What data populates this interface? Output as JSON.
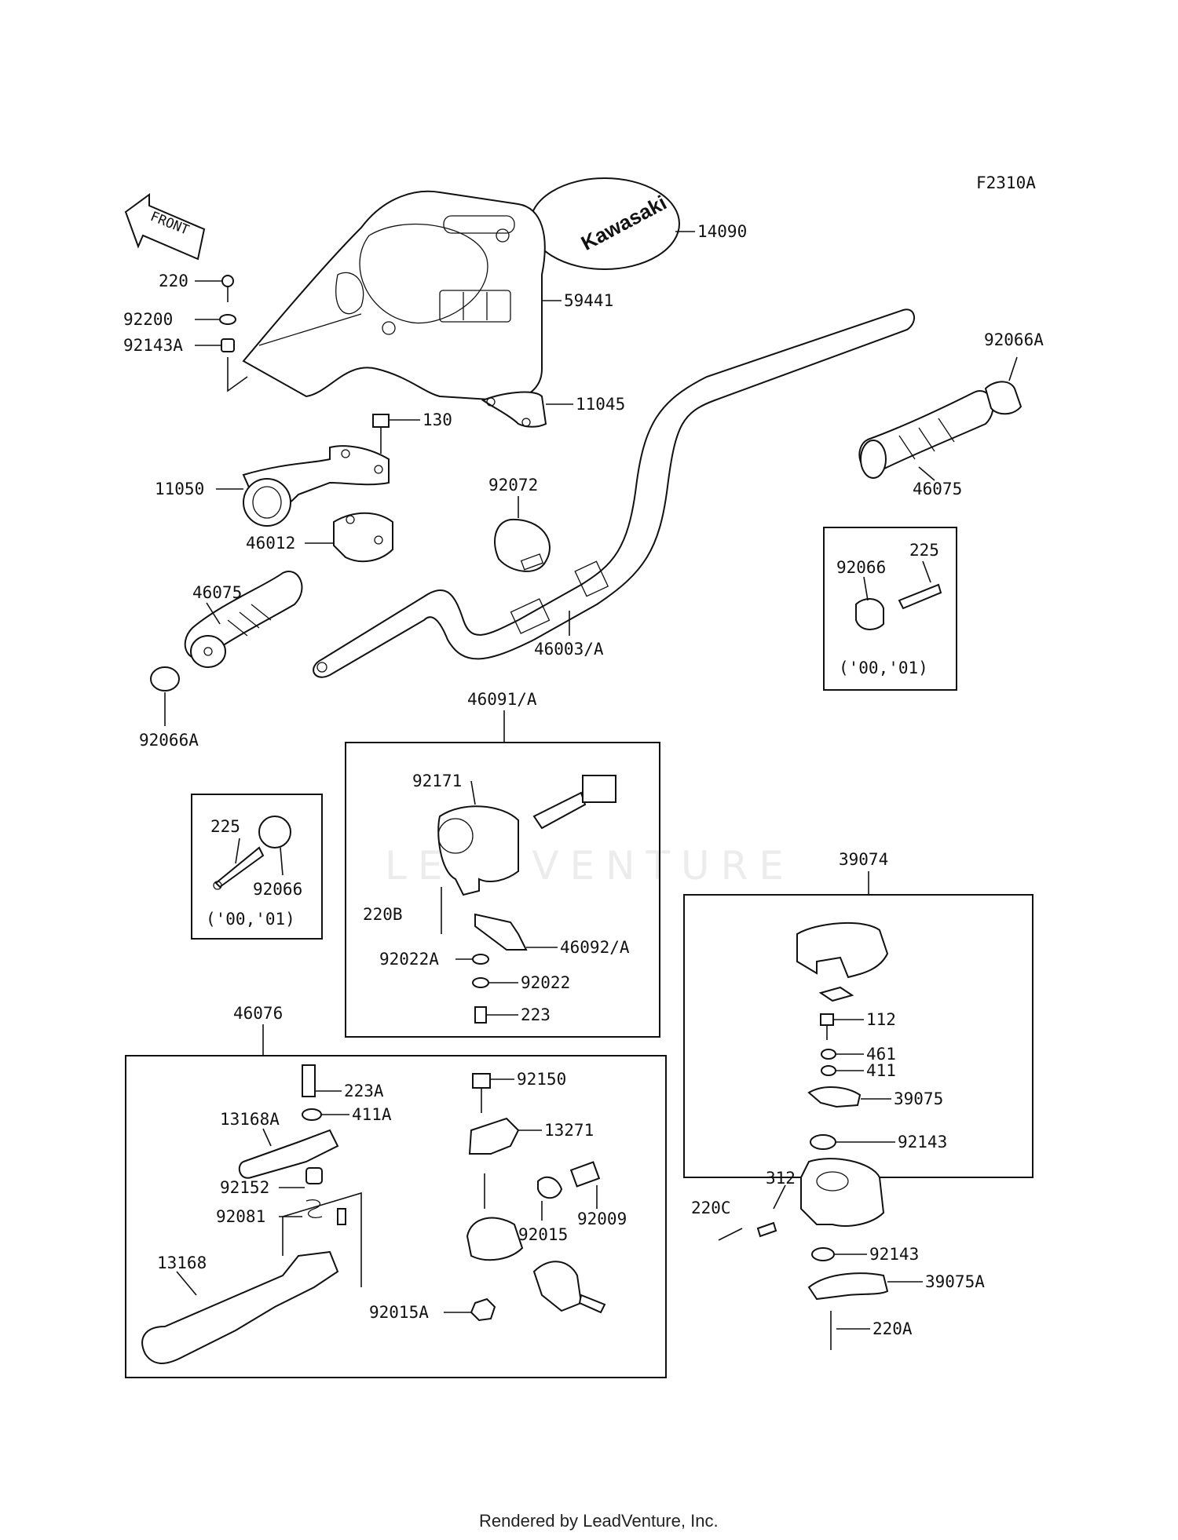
{
  "diagram_code": "F2310A",
  "front_label": "FRONT",
  "brand_badge": "Kawasaki",
  "watermark": "LEADVENTURE",
  "footer": "Rendered by LeadVenture, Inc.",
  "parts": {
    "p14090": "14090",
    "p59441": "59441",
    "p220": "220",
    "p92200": "92200",
    "p92143A": "92143A",
    "p130": "130",
    "p11045": "11045",
    "p11050": "11050",
    "p46012": "46012",
    "p46075_left": "46075",
    "p92066A_left": "92066A",
    "p92072": "92072",
    "p46003A": "46003/A",
    "p92066A_right": "92066A",
    "p46075_right": "46075",
    "p46091A": "46091/A",
    "p92171": "92171",
    "p220B": "220B",
    "p46092A": "46092/A",
    "p92022A": "92022A",
    "p92022": "92022",
    "p223": "223",
    "p39074": "39074",
    "p112": "112",
    "p461": "461",
    "p411": "411",
    "p39075": "39075",
    "p92143_top": "92143",
    "p312": "312",
    "p220C": "220C",
    "p92143_bot": "92143",
    "p39075A": "39075A",
    "p220A": "220A",
    "p46076": "46076",
    "p223A": "223A",
    "p411A": "411A",
    "p13168A": "13168A",
    "p92152": "92152",
    "p92081": "92081",
    "p13168": "13168",
    "p92150": "92150",
    "p13271": "13271",
    "p92009": "92009",
    "p92015": "92015",
    "p92015A": "92015A"
  },
  "insets": {
    "right": {
      "p92066": "92066",
      "p225": "225",
      "note": "('00,'01)"
    },
    "left": {
      "p225": "225",
      "p92066": "92066",
      "note": "('00,'01)"
    }
  }
}
